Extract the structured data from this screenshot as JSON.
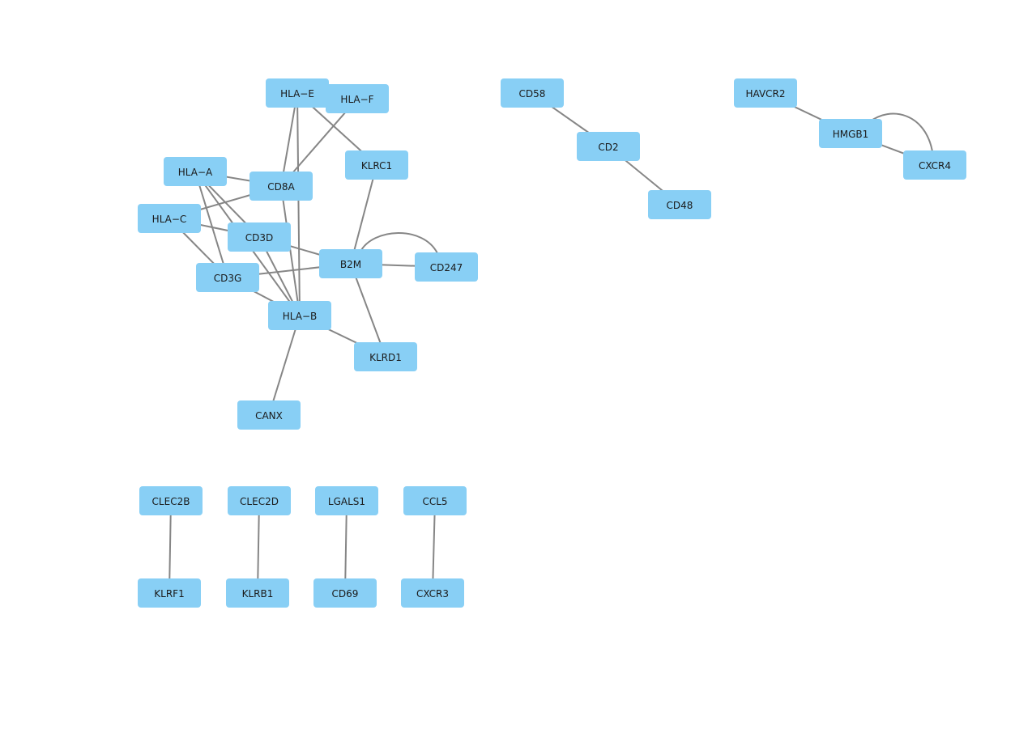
{
  "network": {
    "node_color": "#88cff5",
    "edge_color": "#868686",
    "label_color": "#1a1a1a",
    "nodes": [
      {
        "id": "HLA-E",
        "label": "HLA−E"
      },
      {
        "id": "HLA-F",
        "label": "HLA−F"
      },
      {
        "id": "KLRC1",
        "label": "KLRC1"
      },
      {
        "id": "HLA-A",
        "label": "HLA−A"
      },
      {
        "id": "CD8A",
        "label": "CD8A"
      },
      {
        "id": "HLA-C",
        "label": "HLA−C"
      },
      {
        "id": "CD3D",
        "label": "CD3D"
      },
      {
        "id": "B2M",
        "label": "B2M"
      },
      {
        "id": "CD247",
        "label": "CD247"
      },
      {
        "id": "CD3G",
        "label": "CD3G"
      },
      {
        "id": "HLA-B",
        "label": "HLA−B"
      },
      {
        "id": "KLRD1",
        "label": "KLRD1"
      },
      {
        "id": "CANX",
        "label": "CANX"
      },
      {
        "id": "CD58",
        "label": "CD58"
      },
      {
        "id": "CD2",
        "label": "CD2"
      },
      {
        "id": "CD48",
        "label": "CD48"
      },
      {
        "id": "HAVCR2",
        "label": "HAVCR2"
      },
      {
        "id": "HMGB1",
        "label": "HMGB1"
      },
      {
        "id": "CXCR4",
        "label": "CXCR4"
      },
      {
        "id": "CLEC2B",
        "label": "CLEC2B"
      },
      {
        "id": "KLRF1",
        "label": "KLRF1"
      },
      {
        "id": "CLEC2D",
        "label": "CLEC2D"
      },
      {
        "id": "KLRB1",
        "label": "KLRB1"
      },
      {
        "id": "LGALS1",
        "label": "LGALS1"
      },
      {
        "id": "CD69",
        "label": "CD69"
      },
      {
        "id": "CCL5",
        "label": "CCL5"
      },
      {
        "id": "CXCR3",
        "label": "CXCR3"
      }
    ],
    "edges": [
      {
        "source": "HLA-E",
        "target": "CD8A"
      },
      {
        "source": "HLA-E",
        "target": "KLRC1"
      },
      {
        "source": "HLA-E",
        "target": "HLA-B"
      },
      {
        "source": "HLA-F",
        "target": "CD8A"
      },
      {
        "source": "HLA-A",
        "target": "CD8A"
      },
      {
        "source": "HLA-A",
        "target": "CD3D"
      },
      {
        "source": "HLA-A",
        "target": "CD3G"
      },
      {
        "source": "HLA-A",
        "target": "HLA-B"
      },
      {
        "source": "HLA-C",
        "target": "CD8A"
      },
      {
        "source": "HLA-C",
        "target": "CD3D"
      },
      {
        "source": "HLA-C",
        "target": "CD3G"
      },
      {
        "source": "CD8A",
        "target": "HLA-B"
      },
      {
        "source": "CD3D",
        "target": "B2M"
      },
      {
        "source": "CD3D",
        "target": "HLA-B"
      },
      {
        "source": "CD3G",
        "target": "B2M"
      },
      {
        "source": "CD3G",
        "target": "HLA-B"
      },
      {
        "source": "KLRC1",
        "target": "B2M"
      },
      {
        "source": "B2M",
        "target": "CD247"
      },
      {
        "source": "B2M",
        "target": "CD247",
        "curved": true
      },
      {
        "source": "B2M",
        "target": "KLRD1"
      },
      {
        "source": "HLA-B",
        "target": "KLRD1"
      },
      {
        "source": "HLA-B",
        "target": "CANX"
      },
      {
        "source": "CD58",
        "target": "CD2"
      },
      {
        "source": "CD2",
        "target": "CD48"
      },
      {
        "source": "HAVCR2",
        "target": "HMGB1"
      },
      {
        "source": "HMGB1",
        "target": "CXCR4"
      },
      {
        "source": "HMGB1",
        "target": "CXCR4",
        "curved": true
      },
      {
        "source": "CLEC2B",
        "target": "KLRF1"
      },
      {
        "source": "CLEC2D",
        "target": "KLRB1"
      },
      {
        "source": "LGALS1",
        "target": "CD69"
      },
      {
        "source": "CCL5",
        "target": "CXCR3"
      }
    ]
  }
}
